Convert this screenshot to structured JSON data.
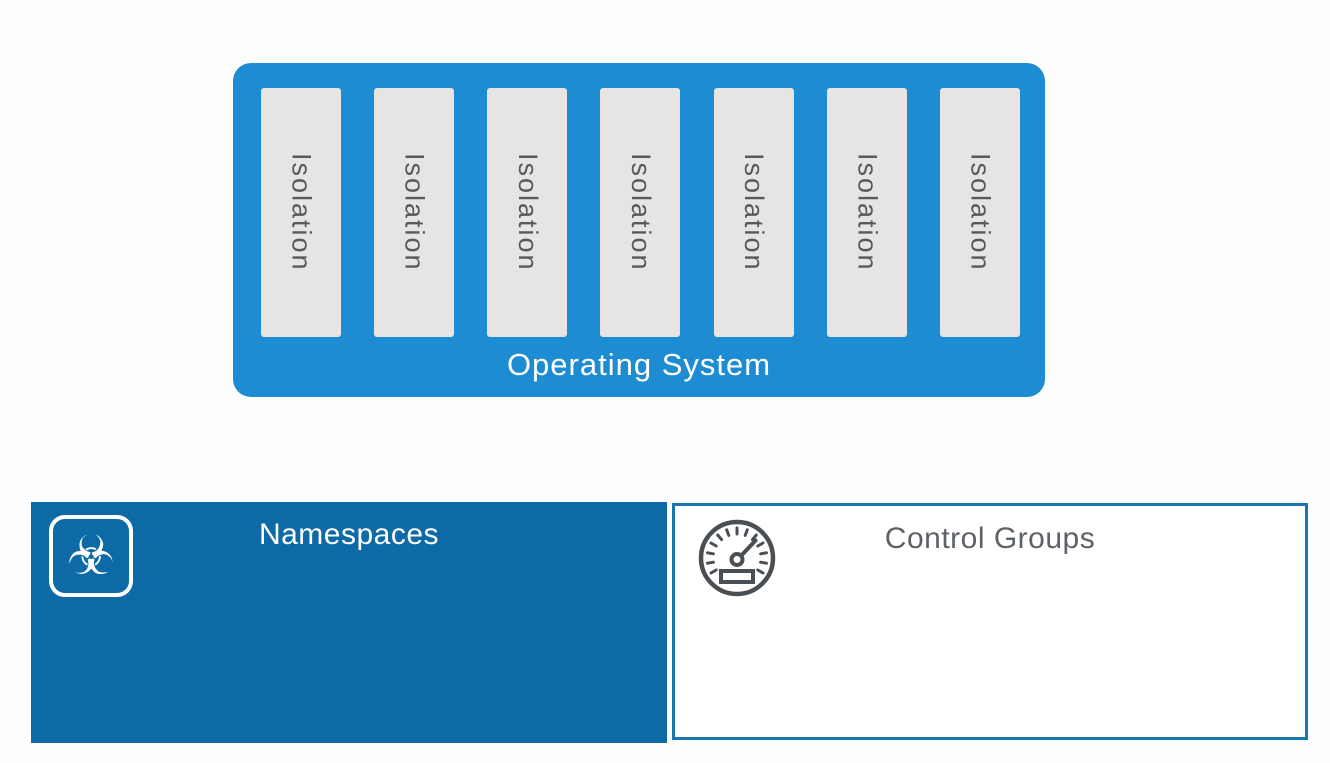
{
  "colors": {
    "os_box_blue": "#1E8CD2",
    "isolation_bar_gray": "#E6E5E4",
    "isolation_text_gray": "#58595A",
    "namespaces_card_blue": "#0D6AA6",
    "control_groups_border_blue": "#1A76AE",
    "control_groups_text_gray": "#5D6269",
    "label_white": "#FFFFFF"
  },
  "os_diagram": {
    "label": "Operating System",
    "isolation_bars": [
      "Isolation",
      "Isolation",
      "Isolation",
      "Isolation",
      "Isolation",
      "Isolation",
      "Isolation"
    ]
  },
  "namespaces_card": {
    "title": "Namespaces",
    "icon": "biohazard-icon",
    "icon_glyph": "☣"
  },
  "control_groups_card": {
    "title": "Control Groups",
    "icon": "gauge-icon"
  }
}
